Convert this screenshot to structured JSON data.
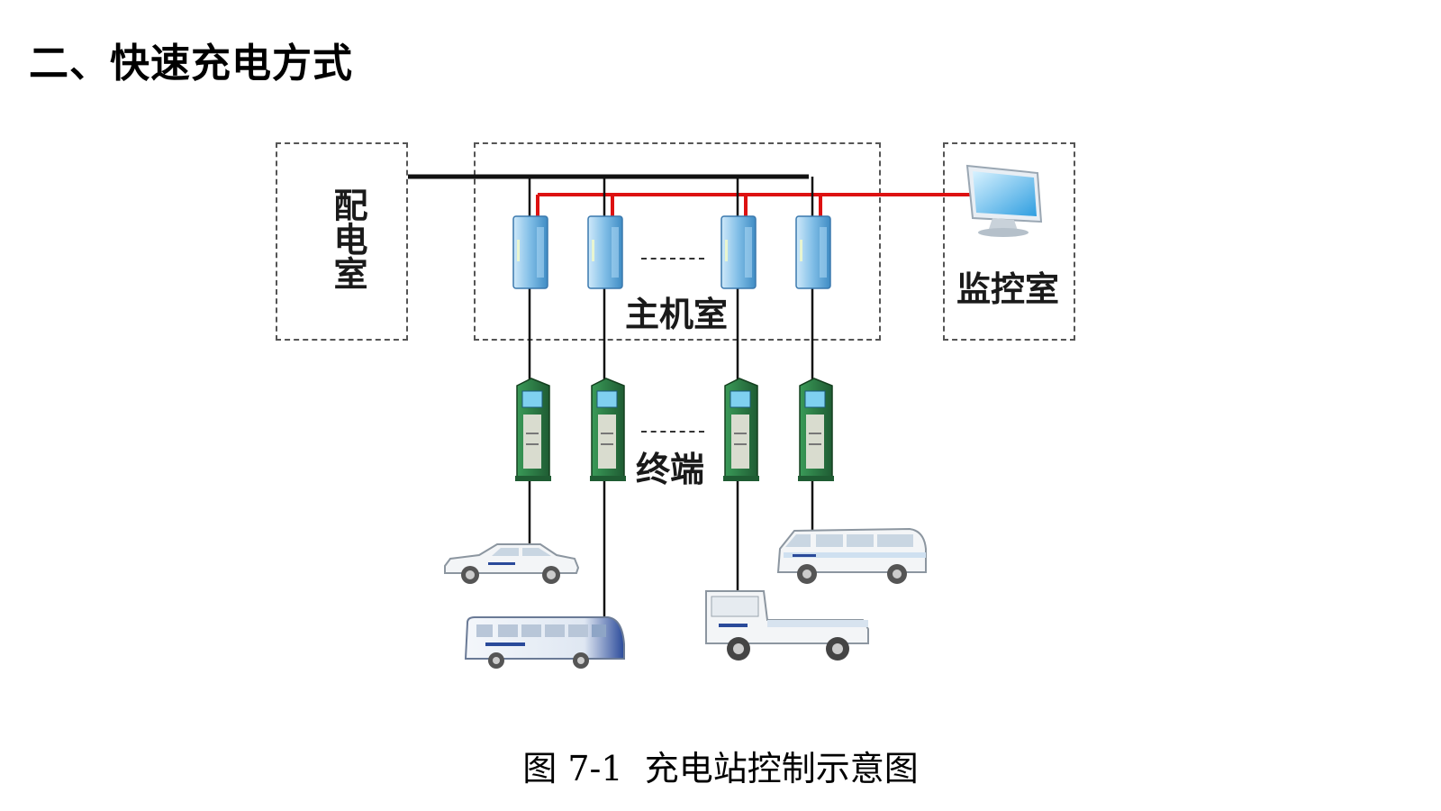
{
  "section_title": "二、快速充电方式",
  "zones": {
    "power_room": "配电室",
    "host_room": "主机室",
    "monitor_room": "监控室",
    "terminals": "终端"
  },
  "ellipsis": "-----",
  "caption": "图 7-1  充电站控制示意图",
  "icons": {
    "server": "server-icon",
    "monitor": "monitor-icon",
    "charger": "charging-pile-icon",
    "vehicles": [
      "sedan-icon",
      "bus-icon",
      "pickup-truck-icon",
      "van-icon"
    ]
  },
  "colors": {
    "power_bus": "#111111",
    "data_bus": "#dd1111",
    "server_body": "#7fbde6",
    "charger_body": "#2c7a45",
    "charger_screen": "#7fd0f0"
  }
}
